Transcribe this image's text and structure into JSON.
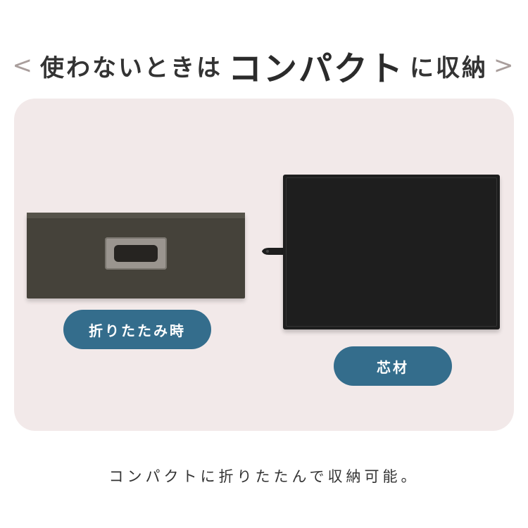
{
  "headline": {
    "left_bracket": "<",
    "pre": "使わないときは",
    "emphasis": "コンパクト",
    "post": "に収納",
    "right_bracket": ">"
  },
  "labels": {
    "folded": "折りたたみ時",
    "core": "芯材"
  },
  "footer": {
    "caption": "コンパクトに折りたたんで収納可能。"
  },
  "colors": {
    "panel_background": "#f2e9e9",
    "pill_background": "#346d8c",
    "folded_box": "#45423a",
    "core_board": "#1e1e1e"
  }
}
